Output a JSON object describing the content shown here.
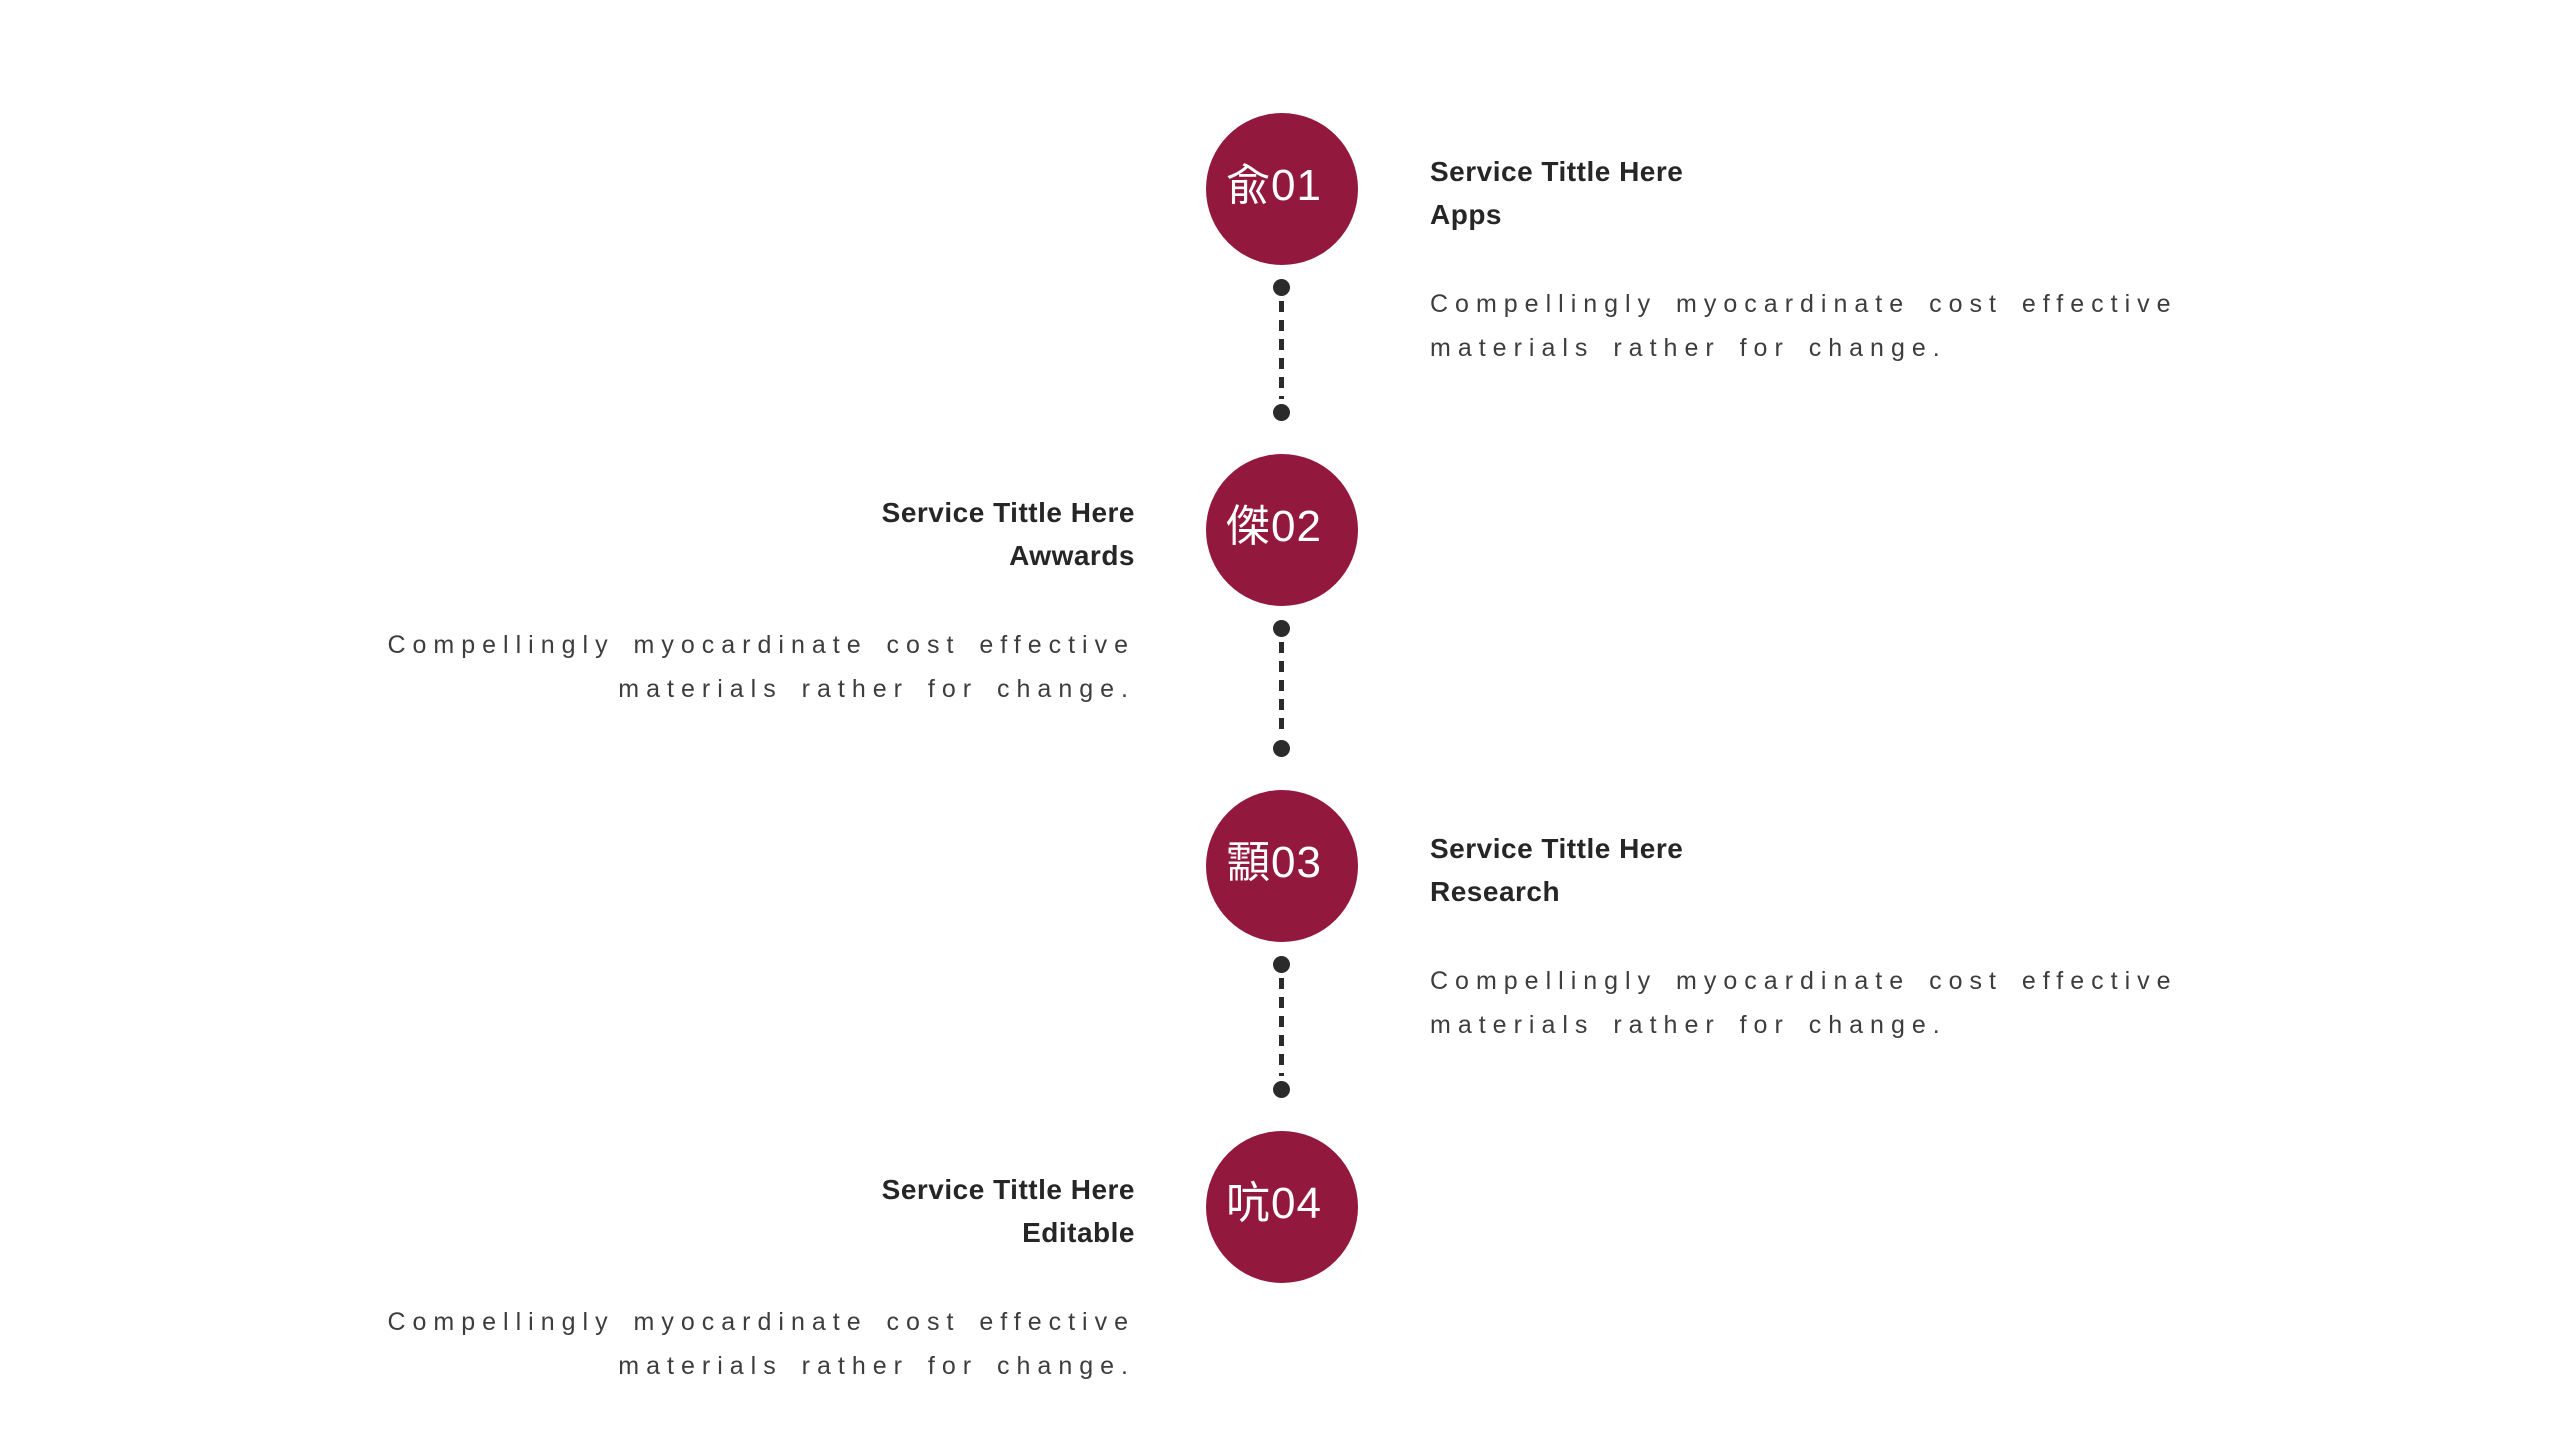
{
  "page": {
    "background_color": "#FFFFFF"
  },
  "theme": {
    "node_color": "#92183D",
    "node_text_color": "#FFFFFF",
    "connector_color": "#2B2B2B",
    "title_color": "#262626",
    "body_color": "#3D3D3D"
  },
  "items": [
    {
      "side": "right",
      "glyph": "兪",
      "number": "01",
      "title_line1": "Service Tittle Here",
      "title_line2": "Apps",
      "body_line1": "Compellingly myocardinate cost effective",
      "body_line2": "materials rather for change."
    },
    {
      "side": "left",
      "glyph": "傑",
      "number": "02",
      "title_line1": "Service Tittle Here",
      "title_line2": "Awwards",
      "body_line1": "Compellingly myocardinate cost effective",
      "body_line2": "materials rather for change."
    },
    {
      "side": "right",
      "glyph": "顬",
      "number": "03",
      "title_line1": "Service Tittle Here",
      "title_line2": "Research",
      "body_line1": "Compellingly myocardinate cost effective",
      "body_line2": "materials rather for change."
    },
    {
      "side": "left",
      "glyph": "吭",
      "number": "04",
      "title_line1": "Service Tittle Here",
      "title_line2": "Editable",
      "body_line1": "Compellingly myocardinate cost effective",
      "body_line2": "materials rather for change."
    }
  ]
}
